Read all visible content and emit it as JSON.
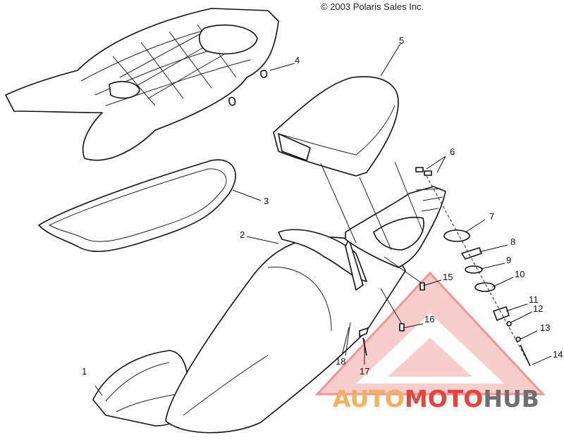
{
  "copyright": "© 2003 Polaris Sales Inc.",
  "callouts": [
    "1",
    "2",
    "3",
    "4",
    "5",
    "6",
    "7",
    "8",
    "9",
    "10",
    "11",
    "12",
    "13",
    "14",
    "15",
    "16",
    "17",
    "18"
  ],
  "watermark": {
    "text_auto": "AUTO",
    "text_moto": "MOTO",
    "text_hub": "HUB",
    "color_primary": "#e8423a",
    "color_accent": "#f2b15a",
    "color_dark": "#6f6f6f"
  }
}
